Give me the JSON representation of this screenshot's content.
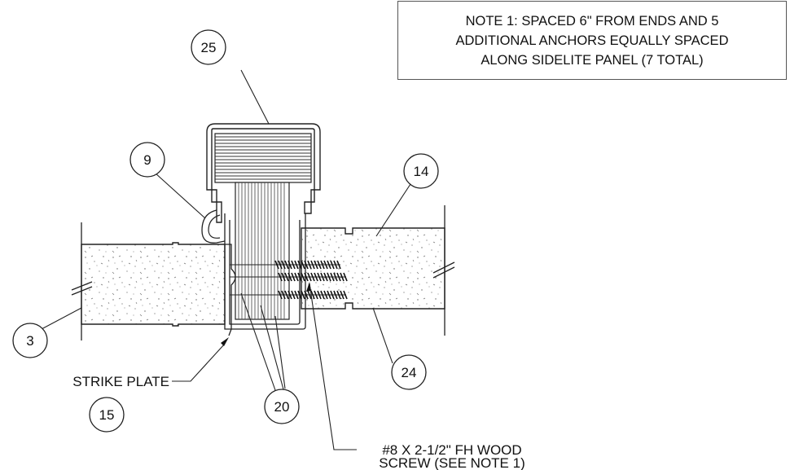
{
  "note": {
    "lines": [
      "NOTE 1: SPACED 6\" FROM ENDS AND 5",
      "ADDITIONAL ANCHORS EQUALLY SPACED",
      "ALONG SIDELITE PANEL (7 TOTAL)"
    ]
  },
  "callouts": {
    "c25": "25",
    "c9": "9",
    "c14": "14",
    "c3": "3",
    "c24": "24",
    "c20": "20",
    "c15": "15"
  },
  "labels": {
    "strike_plate": "STRIKE PLATE",
    "screw_line1": "#8 X 2-1/2\" FH WOOD",
    "screw_line2": "SCREW (SEE NOTE 1)"
  }
}
